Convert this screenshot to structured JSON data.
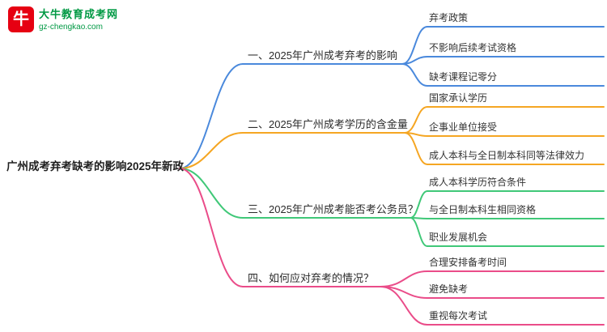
{
  "logo": {
    "icon_char": "牛",
    "name": "大牛教育成考网",
    "url": "gz-chengkao.com",
    "brand_red": "#e60012",
    "brand_green": "#009944"
  },
  "mindmap": {
    "root": {
      "label": "广州成考弃考缺考的影响2025年新政"
    },
    "branches": [
      {
        "label": "一、2025年广州成考弃考的影响",
        "color": "#4a89dc",
        "children": [
          {
            "label": "弃考政策"
          },
          {
            "label": "不影响后续考试资格"
          },
          {
            "label": "缺考课程记零分"
          }
        ]
      },
      {
        "label": "二、2025年广州成考学历的含金量",
        "color": "#f5a623",
        "children": [
          {
            "label": "国家承认学历"
          },
          {
            "label": "企事业单位接受"
          },
          {
            "label": "成人本科与全日制本科同等法律效力"
          }
        ]
      },
      {
        "label": "三、2025年广州成考能否考公务员？",
        "color": "#40c878",
        "children": [
          {
            "label": "成人本科学历符合条件"
          },
          {
            "label": "与全日制本科生相同资格"
          },
          {
            "label": "职业发展机会"
          }
        ]
      },
      {
        "label": "四、如何应对弃考的情况？",
        "color": "#ea4c89",
        "children": [
          {
            "label": "合理安排备考时间"
          },
          {
            "label": "避免缺考"
          },
          {
            "label": "重视每次考试"
          }
        ]
      }
    ]
  }
}
